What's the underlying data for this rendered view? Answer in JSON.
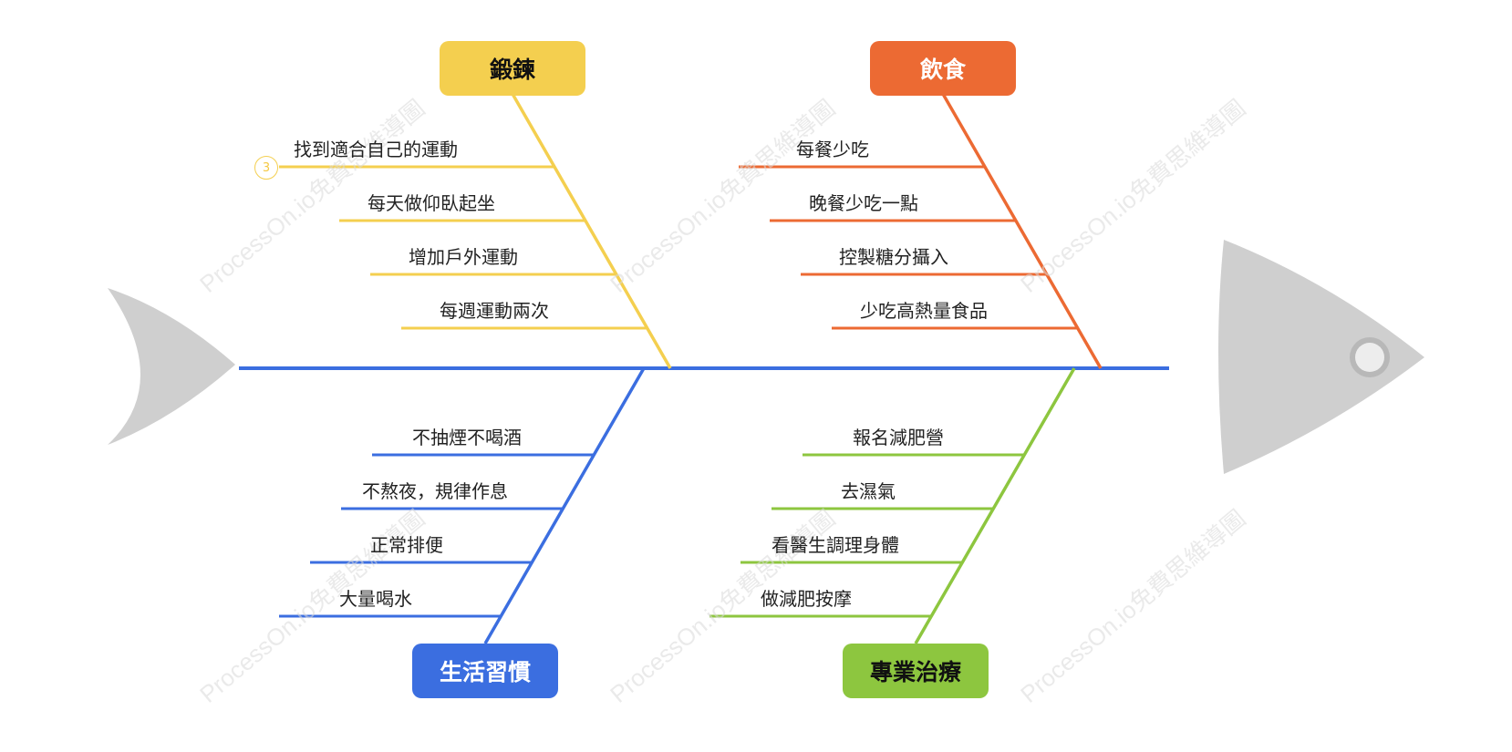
{
  "colors": {
    "spine": "#3b6ee0",
    "exercise": "#f4cf4f",
    "diet": "#ec6a33",
    "lifestyle": "#3b6ee0",
    "treatment": "#8dc63f",
    "fish": "#cfcfcf"
  },
  "watermark": "ProcessOn.io免費思維導圖",
  "categories": {
    "exercise": {
      "title": "鍛鍊",
      "items": [
        "找到適合自己的運動",
        "每天做仰臥起坐",
        "增加戶外運動",
        "每週運動兩次"
      ],
      "badge": "3"
    },
    "diet": {
      "title": "飲食",
      "items": [
        "每餐少吃",
        "晚餐少吃一點",
        "控製糖分攝入",
        "少吃高熱量食品"
      ]
    },
    "lifestyle": {
      "title": "生活習慣",
      "items": [
        "不抽煙不喝酒",
        "不熬夜，規律作息",
        "正常排便",
        "大量喝水"
      ]
    },
    "treatment": {
      "title": "專業治療",
      "items": [
        "報名減肥營",
        "去濕氣",
        "看醫生調理身體",
        "做減肥按摩"
      ]
    }
  }
}
